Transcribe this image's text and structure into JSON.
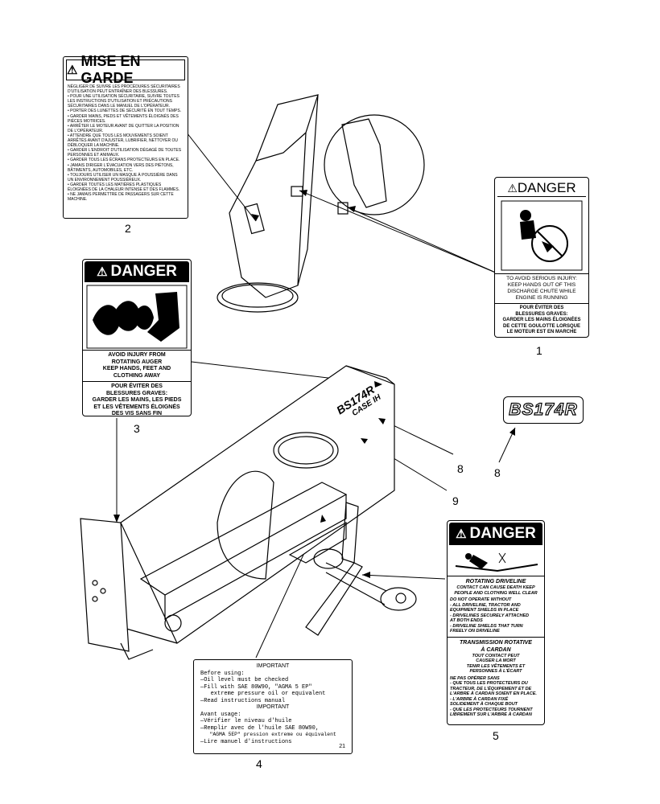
{
  "callouts": {
    "c1": "1",
    "c2": "2",
    "c3": "3",
    "c4": "4",
    "c5": "5",
    "c8a": "8",
    "c8b": "8",
    "c9": "9"
  },
  "decal_2": {
    "title": "MISE EN GARDE",
    "lines": [
      "NÉGLIGER DE SUIVRE LES PROCÉDURES SÉCURITAIRES D'UTILISATION PEUT ENTRAÎNER DES BLESSURES.",
      "• POUR UNE UTILISATION SÉCURITAIRE, SUIVRE TOUTES LES INSTRUCTIONS D'UTILISATION ET PRÉCAUTIONS SÉCURITAIRES DANS LE MANUEL DE L'OPÉRATEUR.",
      "• PORTER DES LUNETTES DE SÉCURITÉ EN TOUT TEMPS.",
      "• GARDER MAINS, PIEDS ET VÊTEMENTS ÉLOIGNÉS DES PIÈCES MOTRICES.",
      "• ARRÊTER LE MOTEUR AVANT DE QUITTER LA POSITION DE L'OPÉRATEUR.",
      "• ATTENDRE QUE TOUS LES MOUVEMENTS SOIENT ARRÊTÉS AVANT D'AJUSTER, LUBRIFIER, NETTOYER OU DÉBLOQUER LA MACHINE.",
      "• GARDER L'ENDROIT D'UTILISATION DÉGAGÉ DE TOUTES PERSONNES ET ANIMAUX.",
      "• GARDER TOUS LES ÉCRANS PROTECTEURS EN PLACE.",
      "• JAMAIS DIRIGER L'ÉVACUATION VERS DES PIÉTONS, BÂTIMENTS, AUTOMOBILES, ETC.",
      "• TOUJOURS UTILISER UN MASQUE À POUSSIÈRE DANS UN ENVIRONNEMENT POUSSIÉREUX.",
      "• GARDER TOUTES LES MATIÈRES PLASTIQUES ÉLOIGNÉES DE LA CHALEUR INTENSE ET DES FLAMMES.",
      "• NE JAMAIS PERMETTRE DE PASSAGERS SUR CETTE MACHINE."
    ]
  },
  "decal_1": {
    "title": "DANGER",
    "en": [
      "TO AVOID SERIOUS INJURY:",
      "KEEP HANDS OUT OF THIS",
      "DISCHARGE CHUTE WHILE",
      "ENGINE IS RUNNING"
    ],
    "fr": [
      "POUR ÉVITER DES",
      "BLESSURES GRAVES:",
      "GARDER LES MAINS ÉLOIGNÉES",
      "DE CETTE GOULOTTE LORSQUE",
      "LE MOTEUR EST EN MARCHE"
    ]
  },
  "decal_3": {
    "title": "DANGER",
    "en": [
      "AVOID INJURY FROM",
      "ROTATING AUGER",
      "KEEP HANDS, FEET AND",
      "CLOTHING AWAY"
    ],
    "fr": [
      "POUR ÉVITER DES",
      "BLESSURES GRAVES:",
      "GARDER LES MAINS, LES PIEDS",
      "ET LES VÊTEMENTS ÉLOIGNÉS",
      "DES VIS SANS FIN"
    ]
  },
  "decal_8": {
    "text": "BS174R"
  },
  "machine_label": {
    "model": "BS174R",
    "brand": "CASE IH"
  },
  "decal_5": {
    "title": "DANGER",
    "en_head": "ROTATING DRIVELINE",
    "en_sub": [
      "CONTACT CAN CAUSE DEATH KEEP",
      "PEOPLE AND CLOTHING WELL CLEAR"
    ],
    "en_do": "DO NOT OPERATE WITHOUT",
    "en_list": [
      "- ALL DRIVELINE, TRACTOR AND",
      "EQUIPMENT SHIELDS IN PLACE",
      "- DRIVELINES SECURELY ATTACHED",
      "AT BOTH ENDS",
      "- DRIVELINE SHIELDS THAT TURN",
      "FREELY ON DRIVELINE"
    ],
    "fr_head": [
      "TRANSMISSION ROTATIVE",
      "À CARDAN"
    ],
    "fr_sub": [
      "TOUT CONTACT PEUT",
      "CAUSER LA MORT",
      "TENIR LES VÊTEMENTS ET",
      "PERSONNES À L'ÉCART"
    ],
    "fr_do": "NE PAS OPÉRER SANS",
    "fr_list": [
      "- QUE TOUS LES PROTECTEURS DU",
      "TRACTEUR, DE L'ÉQUIPEMENT ET DE",
      "L'ARBRE À CARDAN SOIENT EN PLACE.",
      "- L'ARBRE À CARDAN FIXÉ",
      "SOLIDEMENT À CHAQUE BOUT",
      "- QUE LES PROTECTEURS TOURNENT",
      "LIBREMENT SUR L'ARBRE À CARDAN"
    ]
  },
  "decal_4": {
    "title1": "IMPORTANT",
    "en": [
      "Before using:",
      "—Oil level must be checked",
      "—Fill with SAE 80W90, \"AGMA 5 EP\"",
      "   extreme pressure oil or equivalent",
      "—Read instructions manual"
    ],
    "title2": "IMPORTANT",
    "fr": [
      "Avant usage:",
      "—Vérifier le niveau d'huile",
      "—Remplir avec de l'huile SAE 80W90,",
      "   \"AGMA 5EP\" pression extreme ou équivalent",
      "—Lire manuel d'instructions"
    ],
    "num": "21"
  }
}
